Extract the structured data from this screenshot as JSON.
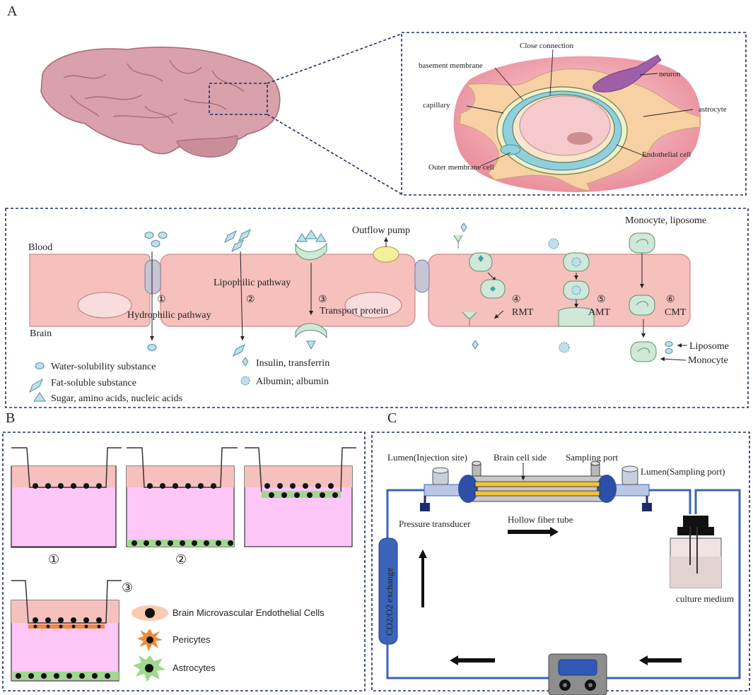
{
  "panels": {
    "A": "A",
    "B": "B",
    "C": "C"
  },
  "panelA_top": {
    "labels": {
      "close_connection": "Close connection",
      "basement_membrane": "basement membrane",
      "neuron": "neuron",
      "capillary": "capillary",
      "astrocyte": "astrocyte",
      "endothelial_cell": "Endothelial cell",
      "outer_membrane_cell": "Outer membrane cell"
    }
  },
  "panelA_bottom": {
    "blood": "Blood",
    "brain": "Brain",
    "outflow_pump": "Outflow pump",
    "monocyte_liposome": "Monocyte, liposome",
    "pathways": [
      {
        "num": "①",
        "label": "Hydrophilic pathway"
      },
      {
        "num": "②",
        "label": "Lipophilic pathway"
      },
      {
        "num": "③",
        "label": "Transport protein"
      },
      {
        "num": "④",
        "label": "RMT"
      },
      {
        "num": "⑤",
        "label": "AMT"
      },
      {
        "num": "⑥",
        "label": "CMT"
      }
    ],
    "legend": [
      {
        "icon": "water-drop-icon",
        "label": "Water-solubility substance"
      },
      {
        "icon": "fat-flake-icon",
        "label": "Fat-soluble substance"
      },
      {
        "icon": "triangle-icon",
        "label": "Sugar, amino acids, nucleic acids"
      },
      {
        "icon": "diamond-icon",
        "label": "Insulin, transferrin"
      },
      {
        "icon": "star-ring-icon",
        "label": "Albumin; albumin"
      }
    ],
    "liposome": "Liposome",
    "monocyte": "Monocyte"
  },
  "panelB": {
    "models": [
      "①",
      "②",
      "③"
    ],
    "legend": [
      {
        "icon": "endothelial-cell-icon",
        "label": "Brain Microvascular Endothelial Cells"
      },
      {
        "icon": "pericyte-icon",
        "label": "Pericytes"
      },
      {
        "icon": "astrocyte-icon",
        "label": "Astrocytes"
      }
    ]
  },
  "panelC": {
    "lumen_injection": "Lumen(Injection site)",
    "brain_cell_side": "Brain cell side",
    "sampling_port": "Sampling port",
    "lumen_sampling": "Lumen(Sampling port)",
    "pressure_transducer": "Pressure transducer",
    "hollow_fiber_tube": "Hollow fiber tube",
    "gas_exchange": "CO2/O2 exchange",
    "culture_medium": "culture medium"
  },
  "colors": {
    "frame": "#1f2f66",
    "brain": "#d9a1ab",
    "cell": "#f6c0bd",
    "cell_stroke": "#c98a8a",
    "vesicle": "#cfe8d8",
    "medium_pink": "#ffc6f8",
    "endothelial": "#f8cbb0",
    "tube_blue": "#3a64b8"
  }
}
